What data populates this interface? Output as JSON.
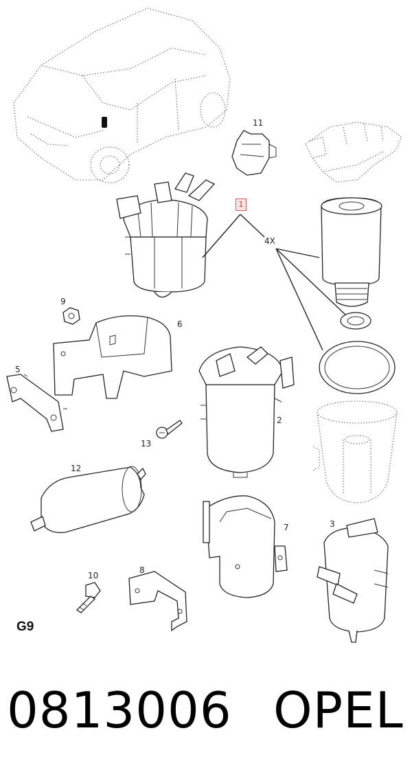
{
  "diagram": {
    "page_code": "G9",
    "quantity_label": "4X",
    "callouts": {
      "c1": "1",
      "c2": "2",
      "c3": "3",
      "c5": "5",
      "c6": "6",
      "c7": "7",
      "c8": "8",
      "c9": "9",
      "c10": "10",
      "c11": "11",
      "c12": "12",
      "c13": "13"
    }
  },
  "footer": {
    "part_number": "0813006",
    "brand": "OPEL"
  }
}
